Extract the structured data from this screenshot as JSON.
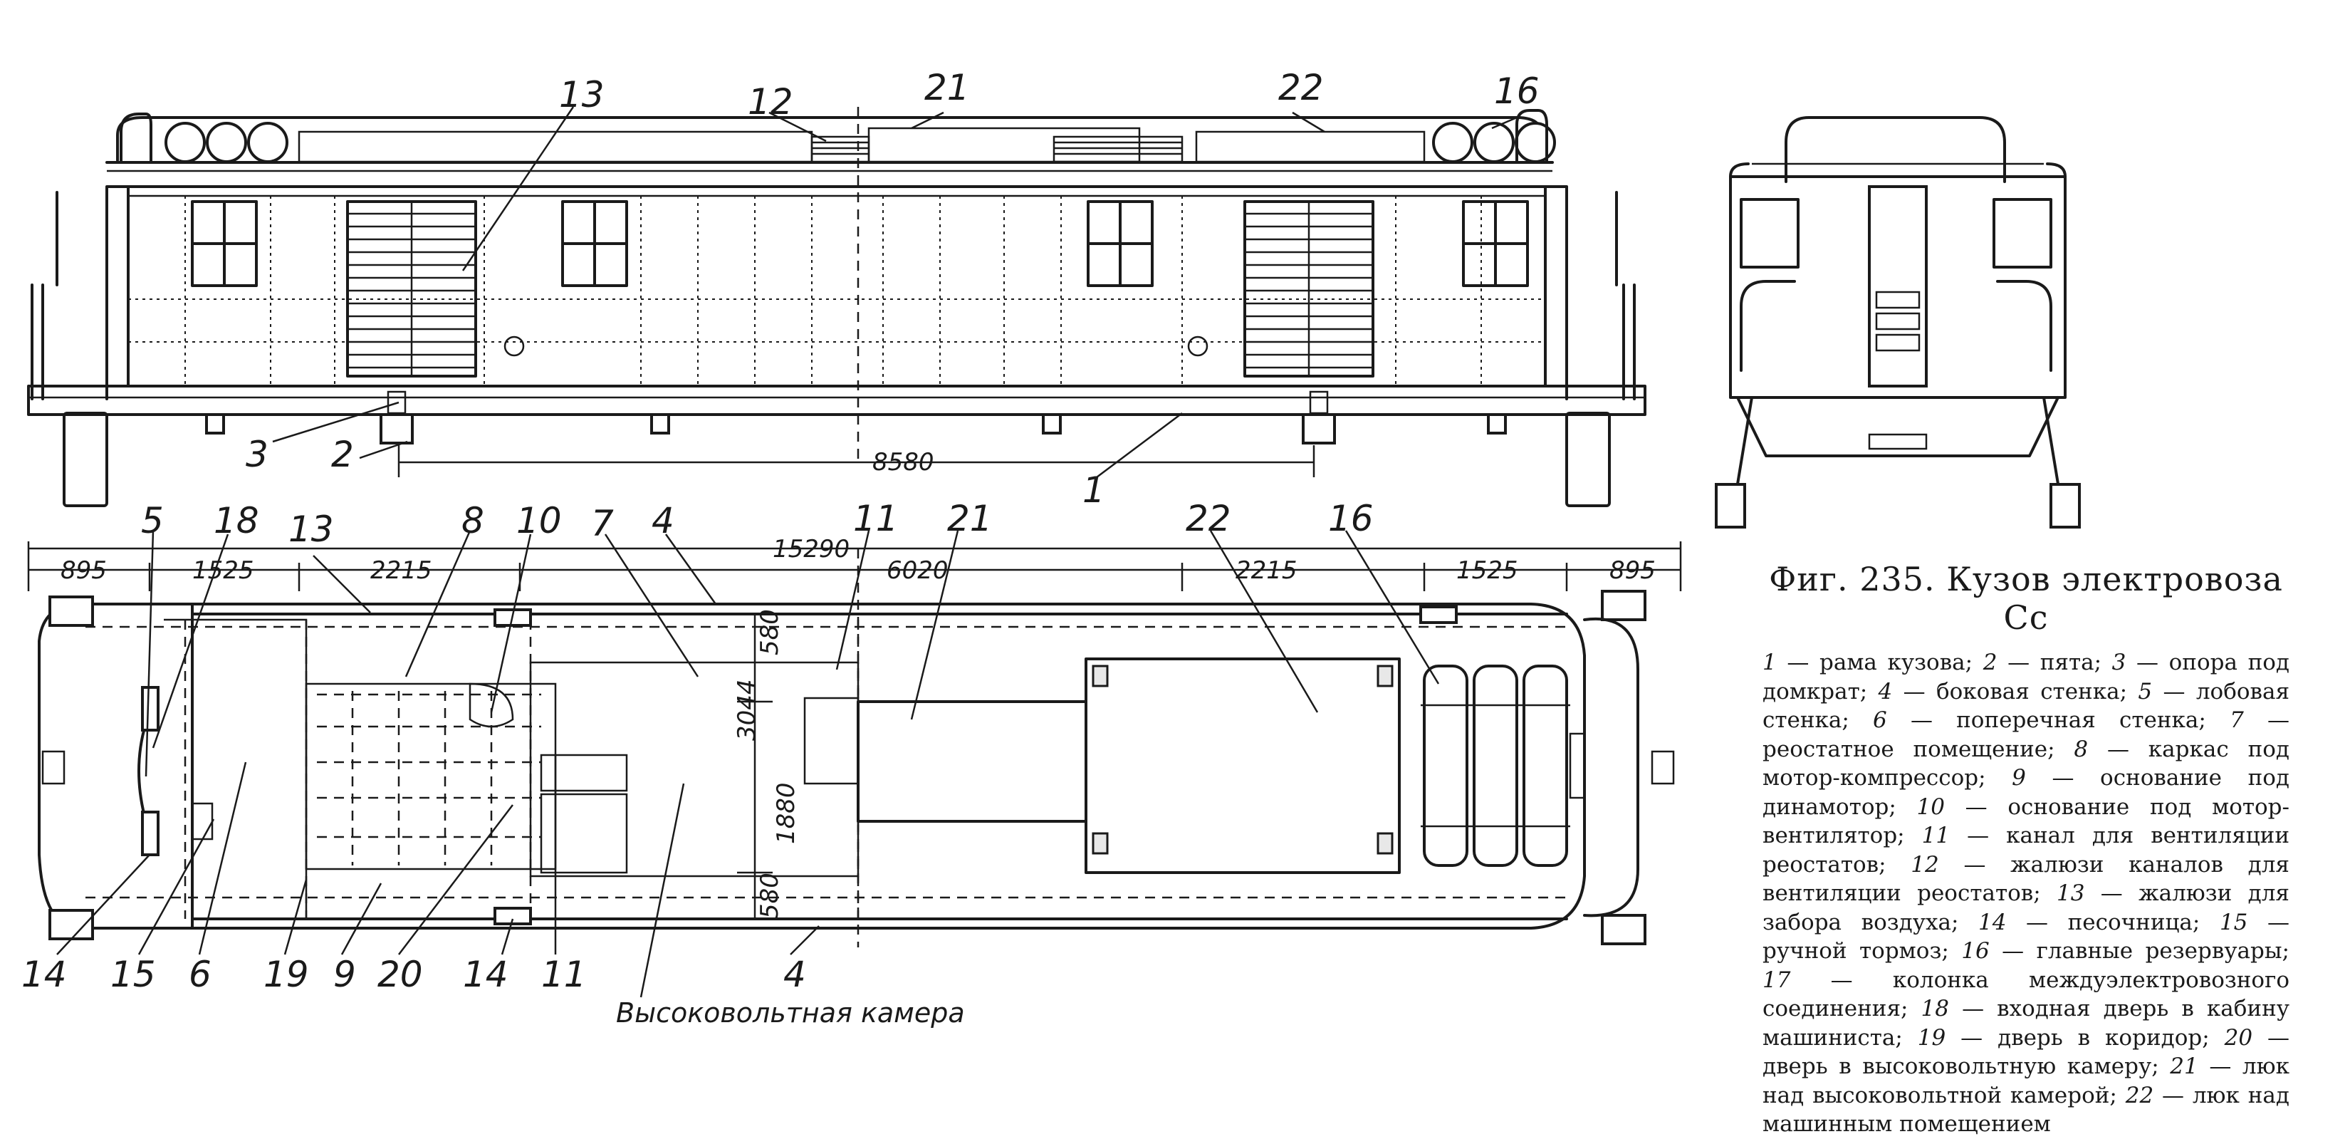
{
  "side_view": {
    "callouts": [
      "13",
      "12",
      "21",
      "22",
      "16",
      "3",
      "2",
      "1"
    ],
    "dimension": "8580"
  },
  "plan_view": {
    "top_callouts": [
      "5",
      "18",
      "13",
      "8",
      "10",
      "7",
      "4",
      "11",
      "21",
      "22",
      "16"
    ],
    "bottom_callouts": [
      "14",
      "15",
      "6",
      "19",
      "9",
      "20",
      "14",
      "11",
      "4"
    ],
    "dimensions_top": [
      "895",
      "1525",
      "2215",
      "15290",
      "6020",
      "2215",
      "1525",
      "895"
    ],
    "dimensions_vertical": [
      "580",
      "3044",
      "1880",
      "580"
    ],
    "chamber_label": "Высоковольтная камера"
  },
  "caption": {
    "title": "Фиг. 235. Кузов электровоза Сс",
    "legend": [
      {
        "n": "1",
        "t": "рама кузова;"
      },
      {
        "n": "2",
        "t": "пята;"
      },
      {
        "n": "3",
        "t": "опора под домкрат;"
      },
      {
        "n": "4",
        "t": "боковая стенка;"
      },
      {
        "n": "5",
        "t": "лобовая стенка;"
      },
      {
        "n": "6",
        "t": "поперечная стенка;"
      },
      {
        "n": "7",
        "t": "реостатное помещение;"
      },
      {
        "n": "8",
        "t": "каркас под мотор-компрессор;"
      },
      {
        "n": "9",
        "t": "основание под динамотор;"
      },
      {
        "n": "10",
        "t": "основание под мотор-вентилятор;"
      },
      {
        "n": "11",
        "t": "канал для вентиляции реостатов;"
      },
      {
        "n": "12",
        "t": "жалюзи каналов для вентиляции реостатов;"
      },
      {
        "n": "13",
        "t": "жалюзи для забора воздуха;"
      },
      {
        "n": "14",
        "t": "песочница;"
      },
      {
        "n": "15",
        "t": "ручной тормоз;"
      },
      {
        "n": "16",
        "t": "главные резервуары;"
      },
      {
        "n": "17",
        "t": "колонка междуэлектровозного соединения;"
      },
      {
        "n": "18",
        "t": "входная дверь в кабину машиниста;"
      },
      {
        "n": "19",
        "t": "дверь в коридор;"
      },
      {
        "n": "20",
        "t": "дверь в высоковольтную камеру;"
      },
      {
        "n": "21",
        "t": "люк над высоковольтной камерой;"
      },
      {
        "n": "22",
        "t": "люк над машинным помещением"
      }
    ]
  }
}
